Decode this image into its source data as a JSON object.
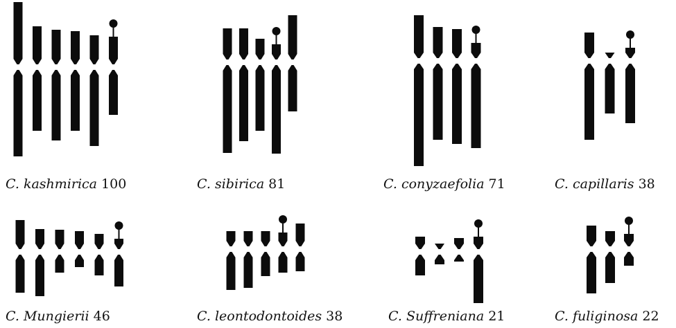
{
  "karyotypes": [
    {
      "id": "kashmirica",
      "genus": "C.",
      "species": "kashmirica",
      "value": "100",
      "chromosomes": [
        {
          "short": 90,
          "long": 125,
          "sat": false
        },
        {
          "short": 55,
          "long": 88,
          "sat": false
        },
        {
          "short": 50,
          "long": 102,
          "sat": false
        },
        {
          "short": 48,
          "long": 88,
          "sat": false
        },
        {
          "short": 42,
          "long": 110,
          "sat": false
        },
        {
          "short": 40,
          "long": 65,
          "sat": true
        }
      ]
    },
    {
      "id": "sibirica",
      "genus": "C.",
      "species": "sibirica",
      "value": "81",
      "chromosomes": [
        {
          "short": 45,
          "long": 127,
          "sat": false
        },
        {
          "short": 45,
          "long": 110,
          "sat": false
        },
        {
          "short": 30,
          "long": 95,
          "sat": false
        },
        {
          "short": 22,
          "long": 128,
          "sat": true
        },
        {
          "short": 64,
          "long": 67,
          "sat": false
        }
      ]
    },
    {
      "id": "conyzaefolia",
      "genus": "C.",
      "species": "conyzaefolia",
      "value": "71",
      "chromosomes": [
        {
          "short": 62,
          "long": 148,
          "sat": false
        },
        {
          "short": 45,
          "long": 110,
          "sat": false
        },
        {
          "short": 42,
          "long": 116,
          "sat": false
        },
        {
          "short": 22,
          "long": 122,
          "sat": true
        }
      ]
    },
    {
      "id": "capillaris",
      "genus": "C.",
      "species": "capillaris",
      "value": "38",
      "chromosomes": [
        {
          "short": 37,
          "long": 110,
          "sat": false
        },
        {
          "short": 8,
          "long": 72,
          "sat": false
        },
        {
          "short": 15,
          "long": 86,
          "sat": true
        }
      ]
    },
    {
      "id": "mungierii",
      "genus": "C.",
      "species": "Mungierii",
      "value": "46",
      "chromosomes": [
        {
          "short": 42,
          "long": 55,
          "sat": false
        },
        {
          "short": 29,
          "long": 60,
          "sat": false
        },
        {
          "short": 28,
          "long": 26,
          "sat": false
        },
        {
          "short": 26,
          "long": 18,
          "sat": false
        },
        {
          "short": 22,
          "long": 30,
          "sat": false
        },
        {
          "short": 15,
          "long": 46,
          "sat": true
        }
      ]
    },
    {
      "id": "leontodontoides",
      "genus": "C.",
      "species": "leontodontoides",
      "value": "38",
      "chromosomes": [
        {
          "short": 22,
          "long": 55,
          "sat": false
        },
        {
          "short": 22,
          "long": 52,
          "sat": false
        },
        {
          "short": 22,
          "long": 35,
          "sat": false
        },
        {
          "short": 20,
          "long": 30,
          "sat": true
        },
        {
          "short": 33,
          "long": 28,
          "sat": false
        }
      ]
    },
    {
      "id": "suffreniana",
      "genus": "C.",
      "species": "Suffreniana",
      "value": "21",
      "chromosomes": [
        {
          "short": 18,
          "long": 30,
          "sat": false
        },
        {
          "short": 8,
          "long": 14,
          "sat": false
        },
        {
          "short": 16,
          "long": 10,
          "sat": false
        },
        {
          "short": 18,
          "long": 70,
          "sat": true
        }
      ]
    },
    {
      "id": "fuliginosa",
      "genus": "C.",
      "species": "fuliginosa",
      "value": "22",
      "chromosomes": [
        {
          "short": 30,
          "long": 60,
          "sat": false
        },
        {
          "short": 22,
          "long": 45,
          "sat": false
        },
        {
          "short": 18,
          "long": 20,
          "sat": true
        }
      ]
    }
  ]
}
